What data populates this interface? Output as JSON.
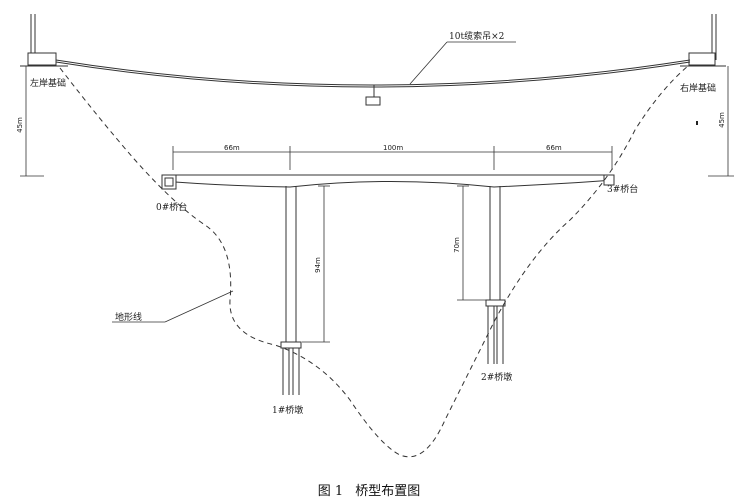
{
  "labels": {
    "cable": "10t缆索吊×2",
    "left_anchor": "左岸基础",
    "right_anchor": "右岸基础",
    "abutment_0": "0#桥台",
    "abutment_3": "3#桥台",
    "pier_1": "1#桥墩",
    "pier_2": "2#桥墩",
    "terrain": "地形线"
  },
  "dimensions": {
    "span_left": "66m",
    "span_main": "100m",
    "span_right": "66m",
    "tower_left_height": "45m",
    "tower_right_height": "45m",
    "pier_1_height": "94m",
    "pier_2_height": "70m"
  },
  "caption": {
    "number": "图 1",
    "title": "桥型布置图"
  },
  "colors": {
    "line": "#333333"
  }
}
